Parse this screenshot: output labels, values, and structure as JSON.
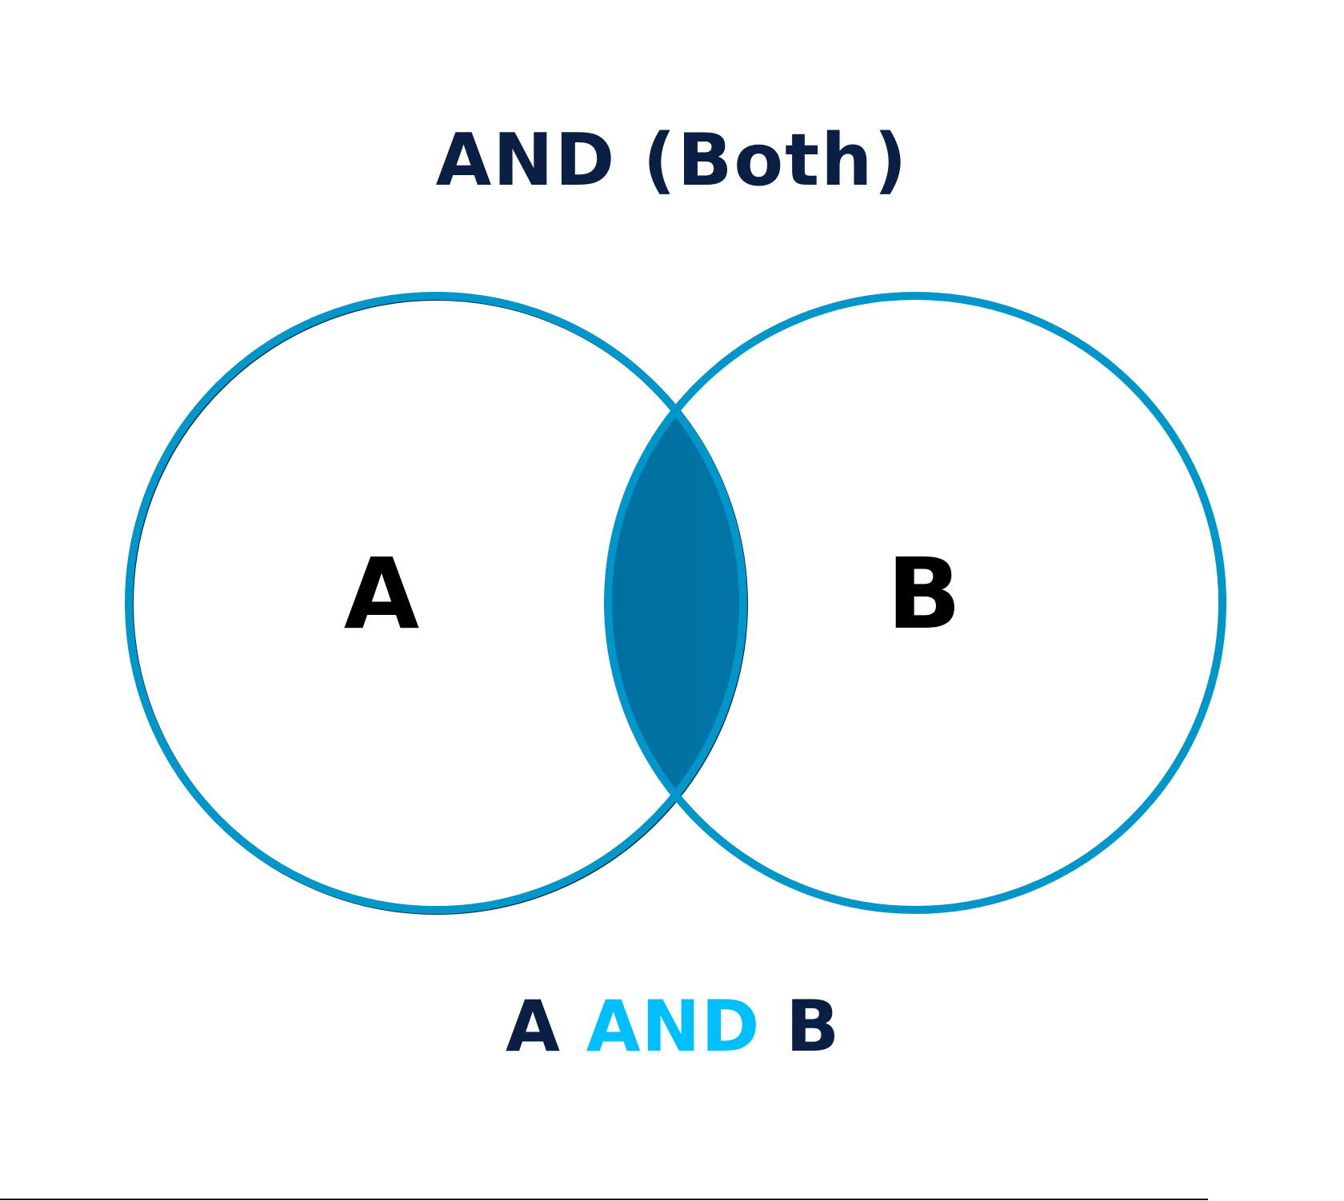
{
  "title": "AND (Both)",
  "sets": [
    {
      "label": "A"
    },
    {
      "label": "B"
    }
  ],
  "caption": {
    "left": "A",
    "operator": "AND",
    "right": "B"
  },
  "colors": {
    "title": "#0b1f45",
    "circle_stroke": "#0096c9",
    "intersection_dark": "#0070a0",
    "intersection_light": "#00bff5",
    "operator": "#00bfff"
  }
}
